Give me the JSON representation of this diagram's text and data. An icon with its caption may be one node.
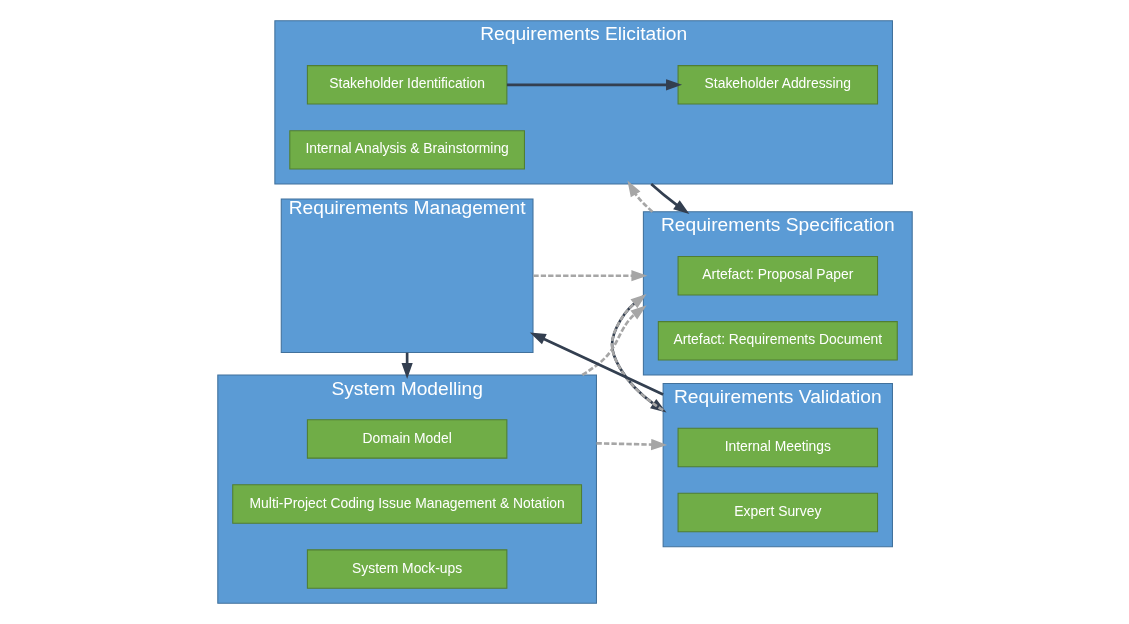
{
  "diagram": {
    "nodes": [
      {
        "text": [
          "Requirements Elicitation"
        ]
      },
      {
        "text": [
          "Stakeholder Identification"
        ],
        "in": 0
      },
      {
        "text": [
          "Stakeholder Addressing"
        ],
        "in": 0
      },
      {
        "text": [
          "Internal Analysis & Brainstorming"
        ],
        "in": 0
      },
      {
        "text": [
          "Requirements Specification"
        ]
      },
      {
        "text": [
          "Artefact: Proposal Paper"
        ],
        "in": 4
      },
      {
        "text": [
          "Artefact: Requirements Document"
        ],
        "in": 4
      },
      {
        "text": [
          "System Modelling"
        ]
      },
      {
        "text": [
          "Domain Model"
        ],
        "in": 7
      },
      {
        "text": [
          "Multi-Project Coding Issue Management & Notation"
        ],
        "in": 7
      },
      {
        "text": [
          "System Mock-ups"
        ],
        "in": 7
      },
      {
        "text": [
          "Requirements Management"
        ]
      },
      {
        "text": [
          "Requirements Validation"
        ]
      },
      {
        "text": [
          "Internal Meetings"
        ],
        "in": 12
      },
      {
        "text": [
          "Expert Survey"
        ],
        "in": 12
      }
    ],
    "edges": [
      {
        "from": 1,
        "to": 2,
        "arrow": "to"
      },
      {
        "from": 0,
        "to": 4,
        "arrow": "to"
      },
      {
        "from": 4,
        "to": 0,
        "arrow": "to",
        "style": "dashed",
        "color": "#a6a6a6"
      },
      {
        "from": 4,
        "to": 12,
        "arrow": "to"
      },
      {
        "from": 12,
        "to": 11,
        "arrow": "to"
      },
      {
        "from": 11,
        "to": 7,
        "arrow": "to"
      },
      {
        "from": 7,
        "to": 4,
        "arrow": "to",
        "style": "dashed",
        "color": "#a6a6a6"
      },
      {
        "from": 11,
        "to": 4,
        "arrow": "to",
        "style": "dashed",
        "color": "#a6a6a6"
      },
      {
        "from": 12,
        "to": 4,
        "arrow": "to",
        "style": "dashed",
        "color": "#a6a6a6"
      },
      {
        "from": 7,
        "to": 12,
        "arrow": "to",
        "style": "dashed",
        "color": "#a6a6a6"
      }
    ]
  }
}
